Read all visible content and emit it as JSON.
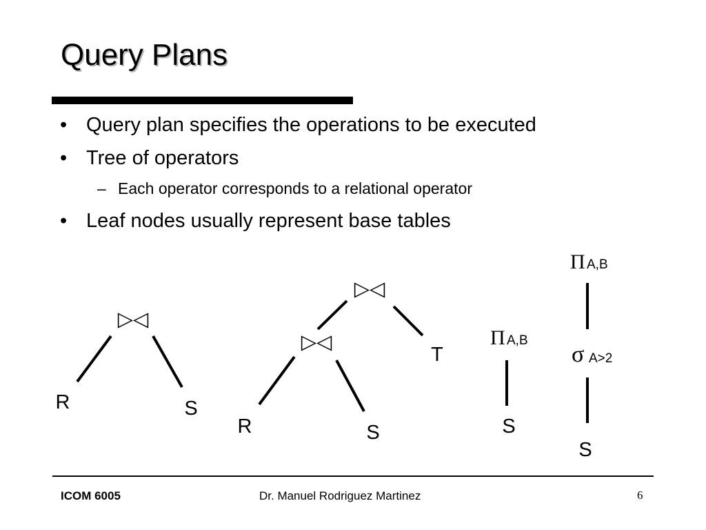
{
  "slide": {
    "title": "Query Plans",
    "bullets": [
      {
        "marker": "•",
        "text": "Query plan specifies the operations to be executed"
      },
      {
        "marker": "•",
        "text": "Tree of operators"
      },
      {
        "marker": "–",
        "text": "Each operator corresponds to a relational operator"
      },
      {
        "marker": "•",
        "text": "Leaf nodes usually represent base tables"
      }
    ]
  },
  "diagram": {
    "join_symbol": "▷◁",
    "tree1": {
      "join": "▷◁",
      "left": "R",
      "right": "S"
    },
    "tree2": {
      "top_join": "▷◁",
      "inner_join": "▷◁",
      "left": "R",
      "middle": "S",
      "right": "T"
    },
    "tree3": {
      "project_symbol": "Π",
      "project_attrs": "A,B",
      "leaf": "S"
    },
    "tree4": {
      "project_symbol": "Π",
      "project_attrs": "A,B",
      "select_symbol": "σ",
      "select_cond": "A>2",
      "leaf": "S"
    }
  },
  "footer": {
    "course": "ICOM 6005",
    "author": "Dr. Manuel Rodriguez Martinez",
    "page": "6"
  }
}
